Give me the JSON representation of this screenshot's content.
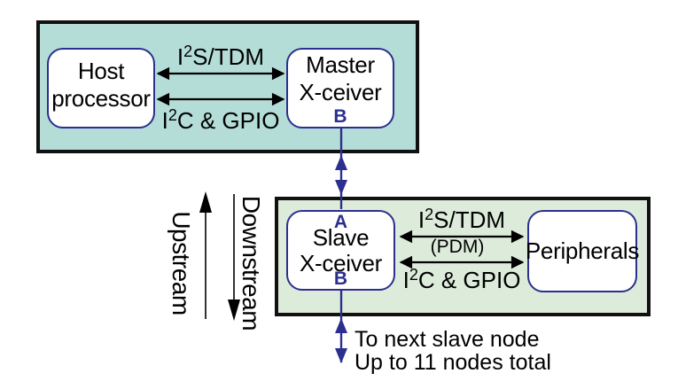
{
  "colors": {
    "master_group_bg": "#b5ddd8",
    "slave_group_bg": "#ddecda",
    "node_border": "#2b2f8e",
    "port_label": "#2b2f8e",
    "arrow_navy": "#2b2f8e",
    "arrow_black": "#000000",
    "group_border": "#111111",
    "text": "#000000"
  },
  "master_group": {
    "host": {
      "line1": "Host",
      "line2": "processor"
    },
    "master": {
      "line1": "Master",
      "line2": "X-ceiver",
      "port_b": "B"
    },
    "bus_audio": {
      "base": "I",
      "sup": "2",
      "rest": "S/TDM"
    },
    "bus_control": {
      "base": "I",
      "sup": "2",
      "rest": "C & GPIO"
    }
  },
  "slave_group": {
    "slave": {
      "line1": "Slave",
      "line2": "X-ceiver",
      "port_a": "A",
      "port_b": "B"
    },
    "peripherals": {
      "label": "Peripherals"
    },
    "bus_audio": {
      "base": "I",
      "sup": "2",
      "rest": "S/TDM",
      "note": "(PDM)"
    },
    "bus_control": {
      "base": "I",
      "sup": "2",
      "rest": "C & GPIO"
    }
  },
  "direction": {
    "up": "Upstream",
    "down": "Downstream"
  },
  "footer": {
    "line1": "To next slave node",
    "line2": "Up to 11 nodes total"
  }
}
